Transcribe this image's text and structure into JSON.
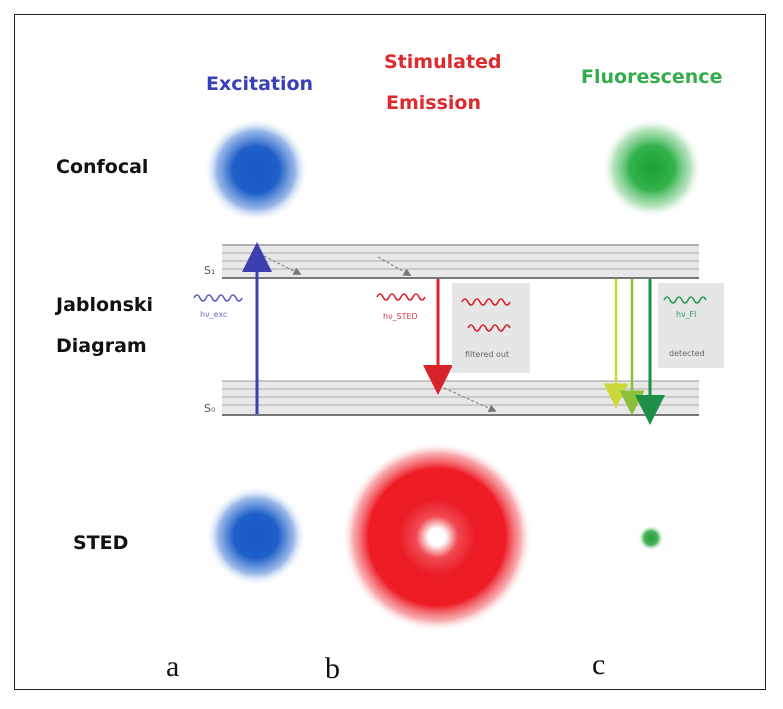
{
  "columns": {
    "excitation": "Excitation",
    "stimulated_line1": "Stimulated",
    "stimulated_line2": "Emission",
    "fluorescence": "Fluorescence"
  },
  "rows": {
    "confocal": "Confocal",
    "jablonski_line1": "Jablonski",
    "jablonski_line2": "Diagram",
    "sted": "STED"
  },
  "levels": {
    "s1": "S₁",
    "s0": "S₀"
  },
  "photon_labels": {
    "exc": "hν_exc",
    "sted": "hν_STED",
    "stim_box": "filtered out",
    "fl": "hν_Fl",
    "fl_box": "detected"
  },
  "panel_letters": {
    "a": "a",
    "b": "b",
    "c": "c"
  },
  "colors": {
    "excitation": "#3b3fb0",
    "stimulated": "#d8232a",
    "fluorescence": "#2fa84a",
    "blue_spot": "#1a56c4",
    "red_ring": "#ee1c25",
    "green_spot": "#22a33a"
  }
}
